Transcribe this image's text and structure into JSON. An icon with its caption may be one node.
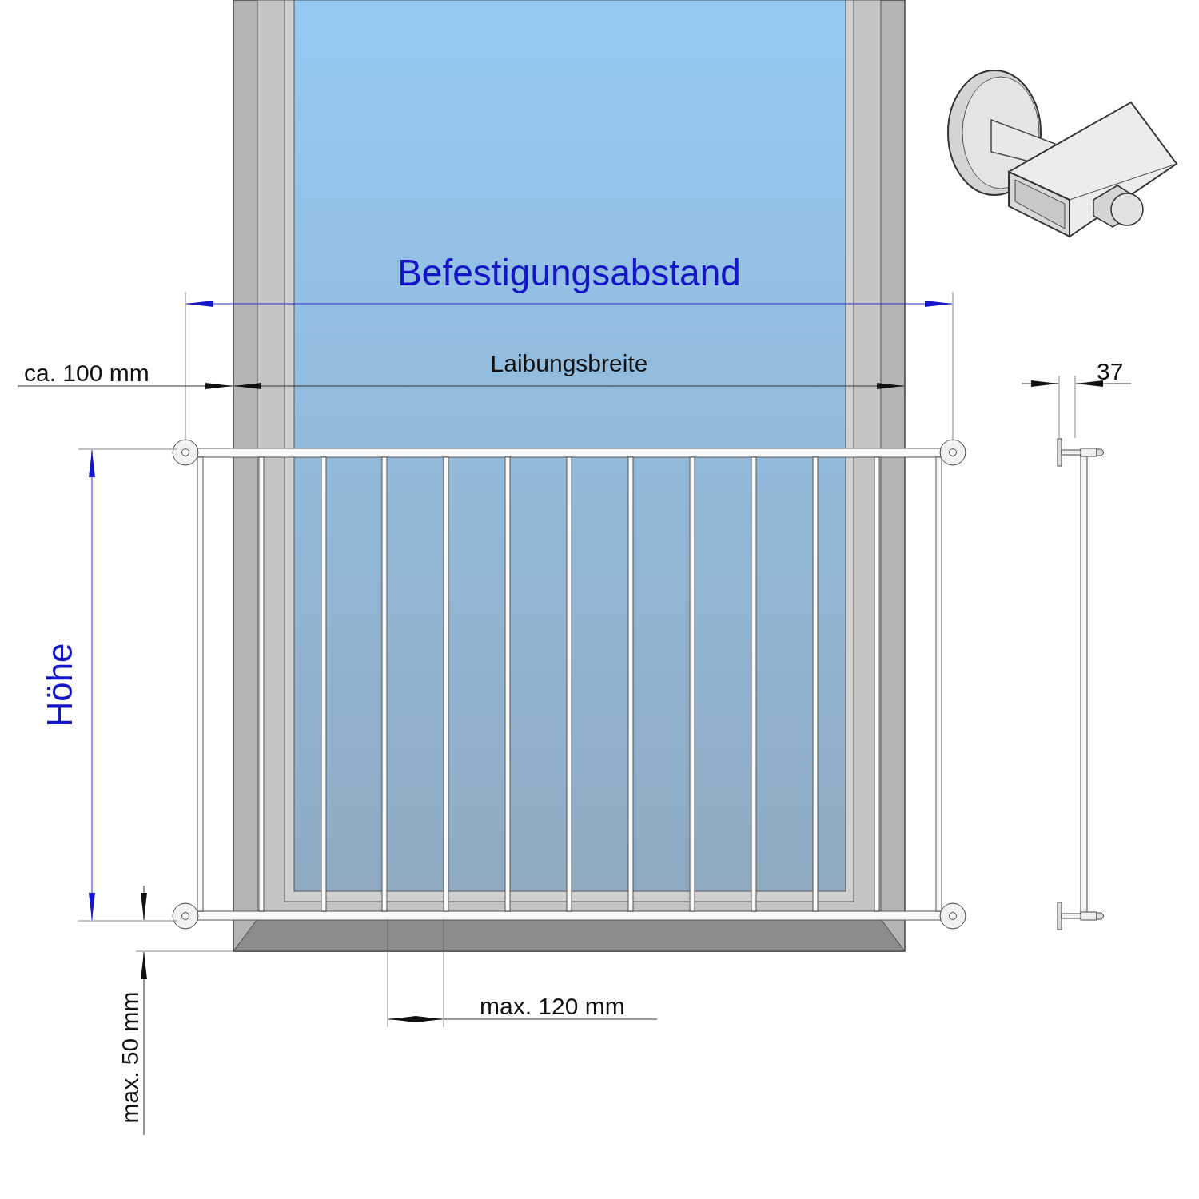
{
  "diagram": {
    "labels": [
      "Befestigungsabstand",
      "ca. 100 mm",
      "Laibungsbreite",
      "37",
      "Höhe",
      "max. 50 mm",
      "max. 120 mm"
    ]
  }
}
